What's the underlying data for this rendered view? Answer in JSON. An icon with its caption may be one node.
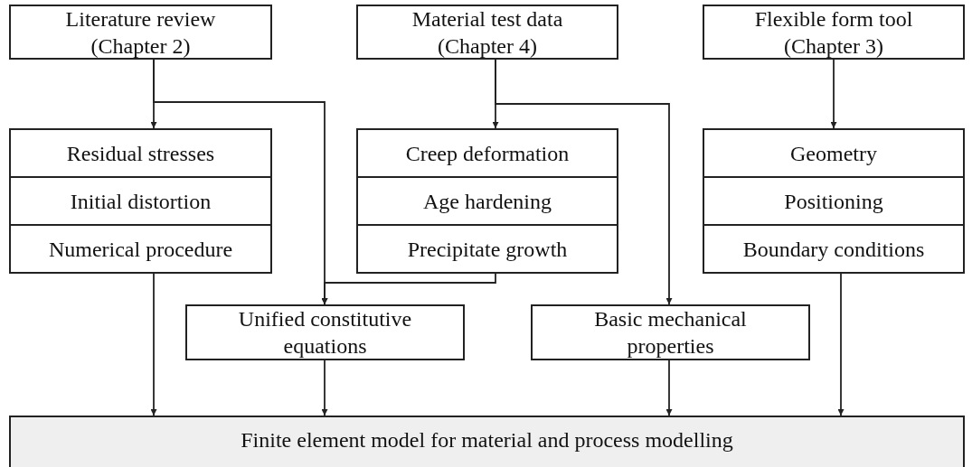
{
  "diagram": {
    "nodes": [
      {
        "text": [
          "Literature review (Chapter 2)"
        ]
      },
      {
        "text": [
          "Material test data (Chapter 4)"
        ]
      },
      {
        "text": [
          "Flexible form tool (Chapter 3)"
        ]
      },
      {
        "text": [
          "Residual stresses",
          "Initial distortion",
          "Numerical procedure"
        ]
      },
      {
        "text": [
          "Creep deformation",
          "Age hardening",
          "Precipitate growth"
        ]
      },
      {
        "text": [
          "Geometry",
          "Positioning",
          "Boundary conditions"
        ]
      },
      {
        "text": [
          "Unified constitutive equations"
        ]
      },
      {
        "text": [
          "Basic mechanical properties"
        ]
      },
      {
        "text": [
          "Finite element model for material and process modelling"
        ]
      }
    ],
    "edges": [
      {
        "from": 0,
        "to": 3,
        "arrow": "to"
      },
      {
        "from": 0,
        "to": 6,
        "arrow": "to"
      },
      {
        "from": 1,
        "to": 4,
        "arrow": "to"
      },
      {
        "from": 1,
        "to": 7,
        "arrow": "to"
      },
      {
        "from": 2,
        "to": 5,
        "arrow": "to"
      },
      {
        "from": 4,
        "to": 6,
        "arrow": "to"
      },
      {
        "from": 3,
        "to": 8,
        "arrow": "to"
      },
      {
        "from": 6,
        "to": 8,
        "arrow": "to"
      },
      {
        "from": 7,
        "to": 8,
        "arrow": "to"
      },
      {
        "from": 5,
        "to": 8,
        "arrow": "to"
      }
    ]
  }
}
